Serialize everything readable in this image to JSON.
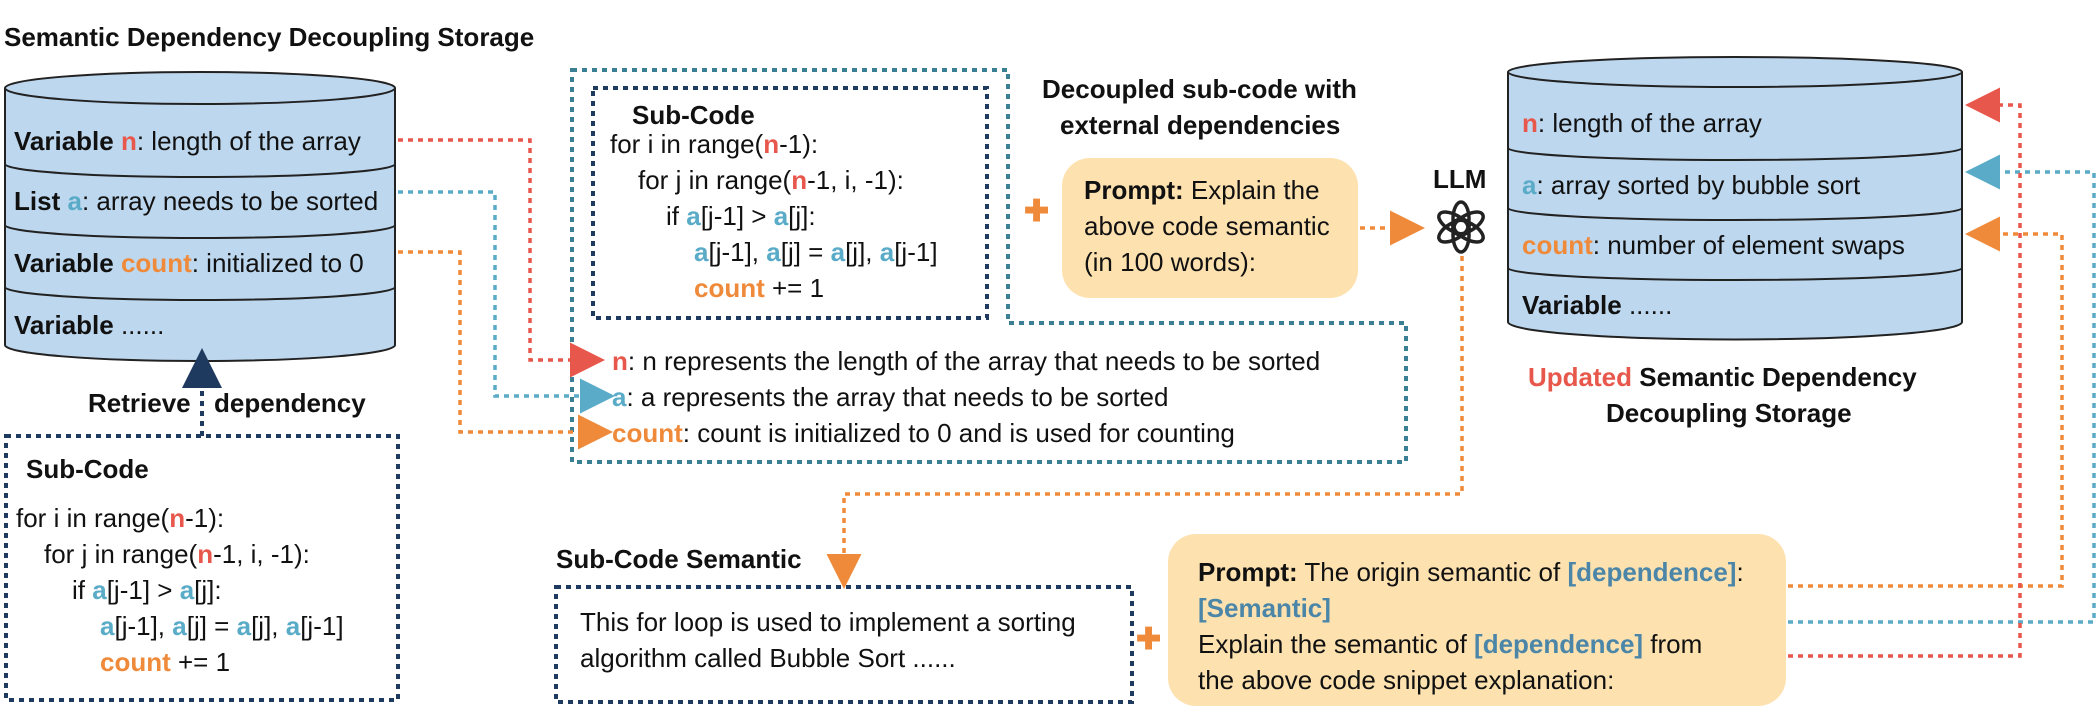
{
  "storage_title": "Semantic Dependency Decoupling Storage",
  "storage_rows": [
    {
      "kind": "Variable",
      "name": "n",
      "desc": ": length of the array"
    },
    {
      "kind": "List",
      "name": "a",
      "desc": ": array needs to be sorted"
    },
    {
      "kind": "Variable",
      "name": "count",
      "desc": ": initialized to 0"
    },
    {
      "kind": "Variable",
      "name": "",
      "desc": " ......"
    }
  ],
  "retrieve_label": "Retrieve",
  "dependency_label": "dependency",
  "sub_code_title": "Sub-Code",
  "code": {
    "l1_a": "for i in range(",
    "l1_n": "n",
    "l1_b": "-1):",
    "l2_a": "for j in range(",
    "l2_n": "n",
    "l2_b": "-1, i, -1):",
    "l3_a": "if ",
    "l3_x1": "a",
    "l3_m": "[j-1] > ",
    "l3_x2": "a",
    "l3_b": "[j]:",
    "l4_x1": "a",
    "l4_p1": "[j-1], ",
    "l4_x2": "a",
    "l4_p2": "[j] = ",
    "l4_x3": "a",
    "l4_p3": "[j], ",
    "l4_x4": "a",
    "l4_p4": "[j-1]",
    "l5_c": "count",
    "l5_b": " += 1"
  },
  "decoupled_title_1": "Decoupled sub-code with",
  "decoupled_title_2": "external dependencies",
  "deps": [
    {
      "name": "n",
      "text": ":  n represents the length of the array that needs to be sorted"
    },
    {
      "name": "a",
      "text": ": a represents the array that needs to be sorted"
    },
    {
      "name": "count",
      "text": ": count is initialized to 0 and is used for counting"
    }
  ],
  "prompt1": {
    "label": "Prompt:",
    "l1": "  Explain the",
    "l2": "above code semantic",
    "l3": "(in 100 words):"
  },
  "llm_label": "LLM",
  "updated_rows": [
    {
      "name": "n",
      "desc": ": length of the array"
    },
    {
      "name": "a",
      "desc": ": array sorted by bubble sort"
    },
    {
      "name": "count",
      "desc": ": number of element swaps"
    },
    {
      "kind": "Variable",
      "desc": " ......"
    }
  ],
  "updated_title": {
    "updated": "Updated",
    "rest": " Semantic Dependency",
    "line2": "Decoupling Storage"
  },
  "semantic_title": "Sub-Code Semantic",
  "semantic_text_1": "This for loop is used to implement a sorting",
  "semantic_text_2": "algorithm called Bubble Sort ......",
  "prompt2": {
    "label": "Prompt:",
    "l1": " The origin semantic of ",
    "dep": "[dependence]",
    "colon": ":",
    "sem": "[Semantic]",
    "l3a": "Explain the semantic of ",
    "l3dep": "[dependence]",
    "l3b": " from",
    "l4": "the above code snippet explanation:"
  },
  "plus": "✚",
  "colors": {
    "red": "#e8574b",
    "blue": "#5aabc8",
    "orange": "#ef8a3a",
    "navy": "#1e3a5f",
    "teal": "#3b7f95",
    "cylinder": "#bdd7ee",
    "prompt": "#fde2b0"
  }
}
